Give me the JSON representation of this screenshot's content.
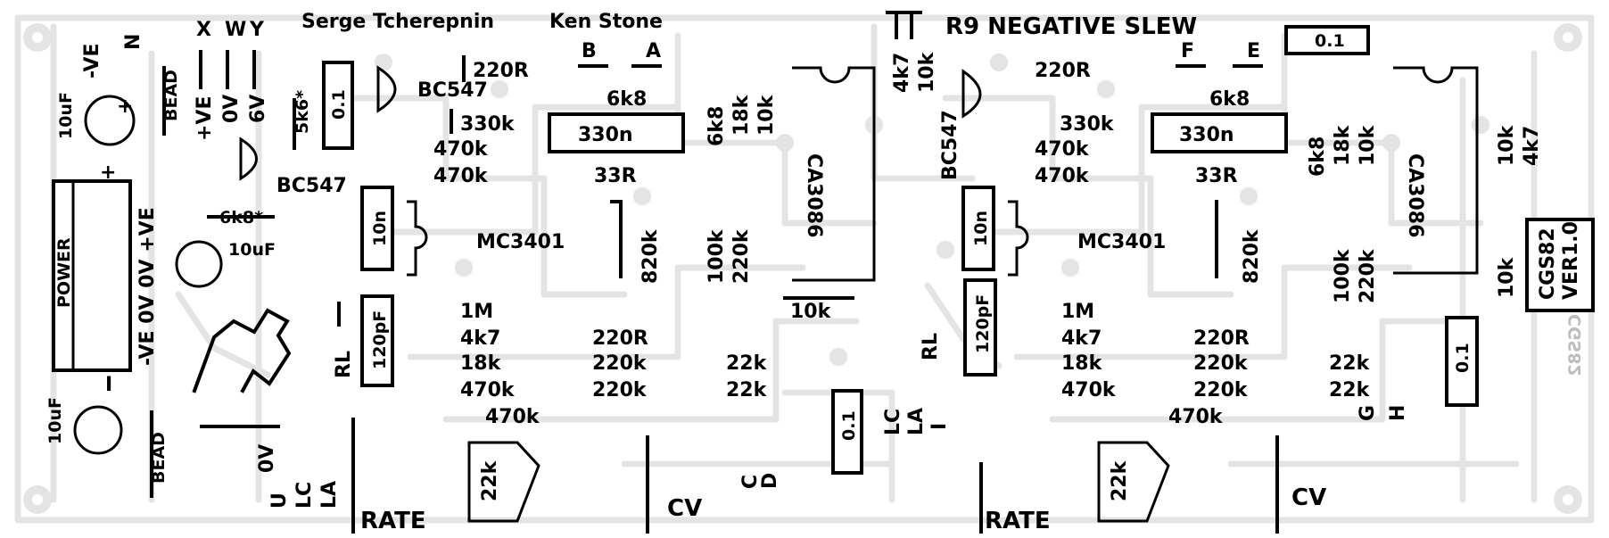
{
  "credits": {
    "author1": "Serge Tcherepnin",
    "author2": "Ken Stone"
  },
  "board_note": "R9 NEGATIVE SLEW",
  "header_pins": {
    "x": "X",
    "w": "W",
    "y": "Y",
    "ve_neg": "-VE",
    "n": "N",
    "ve_pos": "+VE",
    "zero_v": "0V",
    "six_v": "6V"
  },
  "power_connector": {
    "label": "POWER",
    "pins": "-VE 0V 0V +VE",
    "plus": "+",
    "minus": "I"
  },
  "power_parts": {
    "cap_top": "10uF",
    "cap_mid": "10uF",
    "cap_bot": "10uF",
    "bead_top": "BEAD",
    "bead_bot": "BEAD",
    "r_5k6": "5k6*",
    "r_6k8": "6k8*",
    "cap_01": "0.1",
    "transistor": "BC547",
    "pwr_plus": "+"
  },
  "channel_a": {
    "transistor": "BC547",
    "r_220r_top": "220R",
    "r_330k": "330k",
    "r_470k_a": "470k",
    "r_470k_b": "470k",
    "pin_b": "B",
    "pin_a": "A",
    "r_6k8": "6k8",
    "cap_330n": "330n",
    "r_33r": "33R",
    "v_6k8": "6k8",
    "v_18k": "18k",
    "v_10k": "10k",
    "ic_ca3086": "CA3086",
    "cap_10n": "10n",
    "ic_mc3401": "MC3401",
    "v_820k": "820k",
    "v_100k": "100k",
    "v_220k": "220k",
    "r_10k": "10k",
    "cap_120pf": "120pF",
    "rl": "RL",
    "r_1m": "1M",
    "r_4k7": "4k7",
    "r_18k": "18k",
    "r_470k": "470k",
    "r_220r": "220R",
    "r_220k_a": "220k",
    "r_220k_b": "220k",
    "r_22k_a": "22k",
    "r_22k_b": "22k",
    "r_470k_low": "470k",
    "pot_22k": "22k",
    "pin_c": "C",
    "pin_d": "D",
    "pin_u": "U",
    "pin_lc": "LC",
    "pin_la": "LA",
    "pin_0v": "0V",
    "rate": "RATE",
    "cv": "CV"
  },
  "middle": {
    "v_4k7": "4k7",
    "v_10k": "10k",
    "cap_01": "0.1",
    "pin_lc": "LC",
    "pin_la": "LA",
    "pin_i": "I"
  },
  "channel_b": {
    "transistor": "BC547",
    "r_220r_top": "220R",
    "r_330k": "330k",
    "r_470k_a": "470k",
    "r_470k_b": "470k",
    "pin_f": "F",
    "pin_e": "E",
    "r_6k8": "6k8",
    "cap_330n": "330n",
    "r_33r": "33R",
    "v_6k8": "6k8",
    "v_18k": "18k",
    "v_10k": "10k",
    "v_10k_b": "10k",
    "v_4k7": "4k7",
    "ic_ca3086": "CA3086",
    "cap_10n": "10n",
    "ic_mc3401": "MC3401",
    "v_820k": "820k",
    "v_100k": "100k",
    "v_220k": "220k",
    "v_10k_c": "10k",
    "cap_120pf": "120pF",
    "rl": "RL",
    "r_1m": "1M",
    "r_4k7": "4k7",
    "r_18k": "18k",
    "r_470k": "470k",
    "r_220r": "220R",
    "r_220k_a": "220k",
    "r_220k_b": "220k",
    "r_22k_a": "22k",
    "r_22k_b": "22k",
    "r_470k_low": "470k",
    "pot_22k": "22k",
    "pin_g": "G",
    "pin_h": "H",
    "rate": "RATE",
    "cv": "CV",
    "cap_01_top": "0.1",
    "cap_01_right": "0.1"
  },
  "board_id": {
    "line1": "CGS82",
    "line2": "VER1.0",
    "mirror": "CGS82"
  }
}
